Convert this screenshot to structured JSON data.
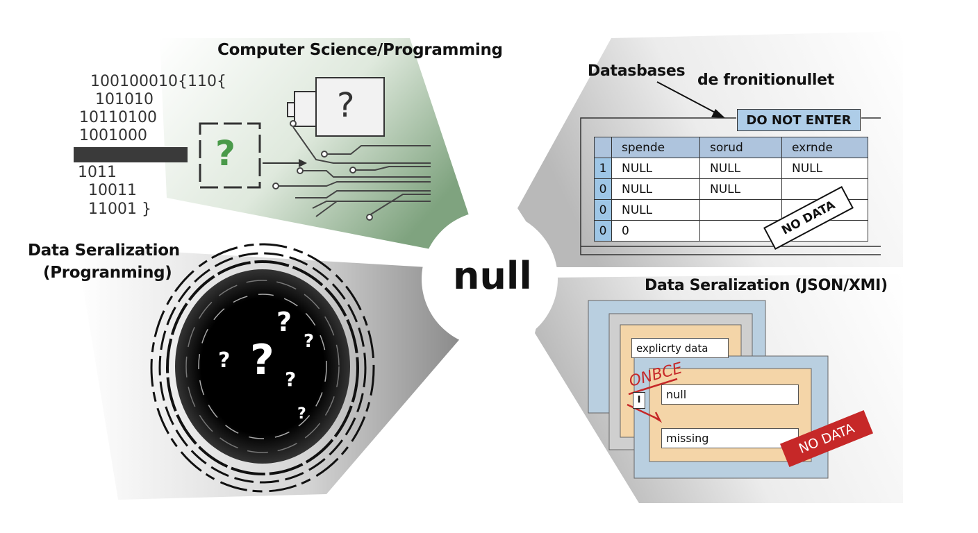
{
  "center": {
    "label": "null"
  },
  "computer_science": {
    "title": "Computer Science/Programming",
    "binary_lines": [
      "100100010{110{",
      " 101010",
      "10110100",
      "1001000",
      "1011",
      " 10011",
      " 11001 }"
    ],
    "question_mark": "?",
    "accent_color": "#4a9a4a"
  },
  "serialization_programming": {
    "title_line1": "Data Seralization",
    "title_line2": "(Progranming)",
    "question_marks": [
      "?",
      "?",
      "?",
      "?",
      "?",
      "?"
    ]
  },
  "databases": {
    "title": "Datasbases",
    "subtitle": "de fronitionullet",
    "banner": "DO NOT ENTER",
    "columns": [
      "",
      "spende",
      "sorud",
      "exrnde"
    ],
    "rows": [
      [
        "1",
        "NULL",
        "NULL",
        "NULL"
      ],
      [
        "0",
        "NULL",
        "NULL",
        ""
      ],
      [
        "0",
        "NULL",
        "",
        ""
      ],
      [
        "0",
        "0",
        "",
        ""
      ]
    ],
    "sign": "NO DATA"
  },
  "serialization_json": {
    "title": "Data Seralization (JSON/XMI)",
    "field_explicit": "explicrty data",
    "field_null": "null",
    "field_missing": "missing",
    "handwriting": "ONBCE",
    "small_box": "I",
    "stamp": "NO DATA",
    "stamp_color": "#c62828"
  }
}
